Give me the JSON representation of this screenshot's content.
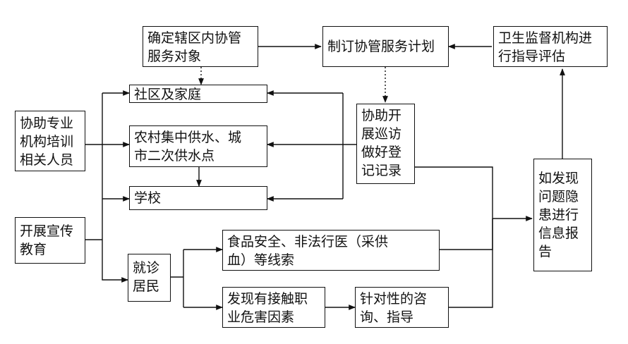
{
  "nodes": {
    "determine_targets": "确定辖区内协管\n服务对象",
    "make_plan": "制订协管服务计划",
    "supervision": "卫生监督机构进\n行指导评估",
    "community": "社区及家庭",
    "water_points": "农村集中供水、城\n市二次供水点",
    "school": "学校",
    "assist_training": "协助专业\n机构培训\n相关人员",
    "patrol": "协助开\n展巡访\n做好登\n记记录",
    "propaganda": "开展宣传\n教育",
    "residents": "就诊\n居民",
    "food_safety": "食品安全、非法行医（采供\n血）等线索",
    "occupational": "发现有接触职\n业危害因素",
    "consult": "针对性的咨\n询、指导",
    "report": "如发现\n问题隐\n患进行\n信息报\n告"
  }
}
